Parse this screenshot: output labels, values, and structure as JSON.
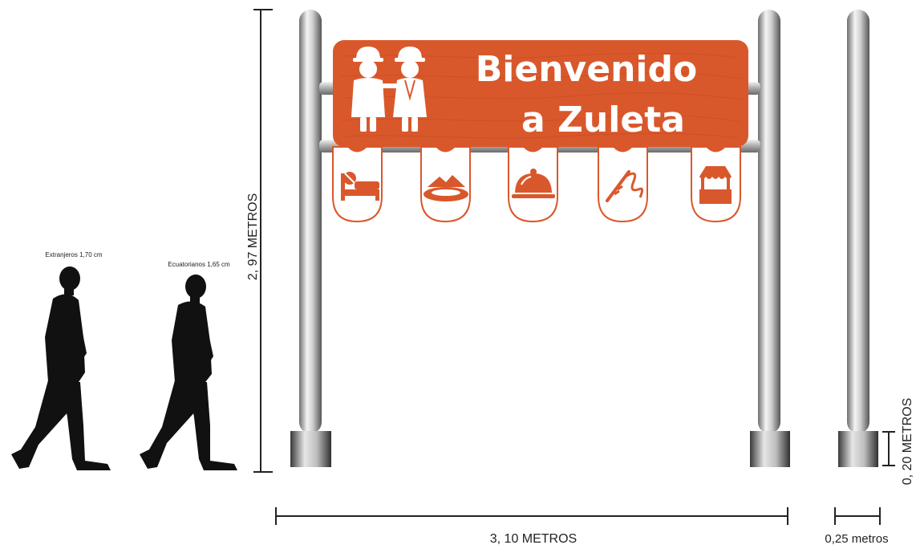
{
  "sign": {
    "title_line1": "Bienvenido",
    "title_line2": "a Zuleta",
    "color": "#D9582B",
    "icons": [
      "bed-icon",
      "mountain-lake-icon",
      "food-platter-icon",
      "embroidery-needle-icon",
      "market-stall-icon"
    ]
  },
  "people": {
    "foreigner_label": "Extranjeros 1,70 cm",
    "ecuadorian_label": "Ecuatorianos 1,65 cm"
  },
  "dimensions": {
    "height_label": "2, 97 METROS",
    "width_label": "3, 10 METROS",
    "base_height_label": "0, 20 METROS",
    "post_width_label": "0,25 metros"
  },
  "colors": {
    "post_light": "#f4f4f4",
    "post_dark": "#6e6e6e",
    "silhouette": "#111111"
  }
}
